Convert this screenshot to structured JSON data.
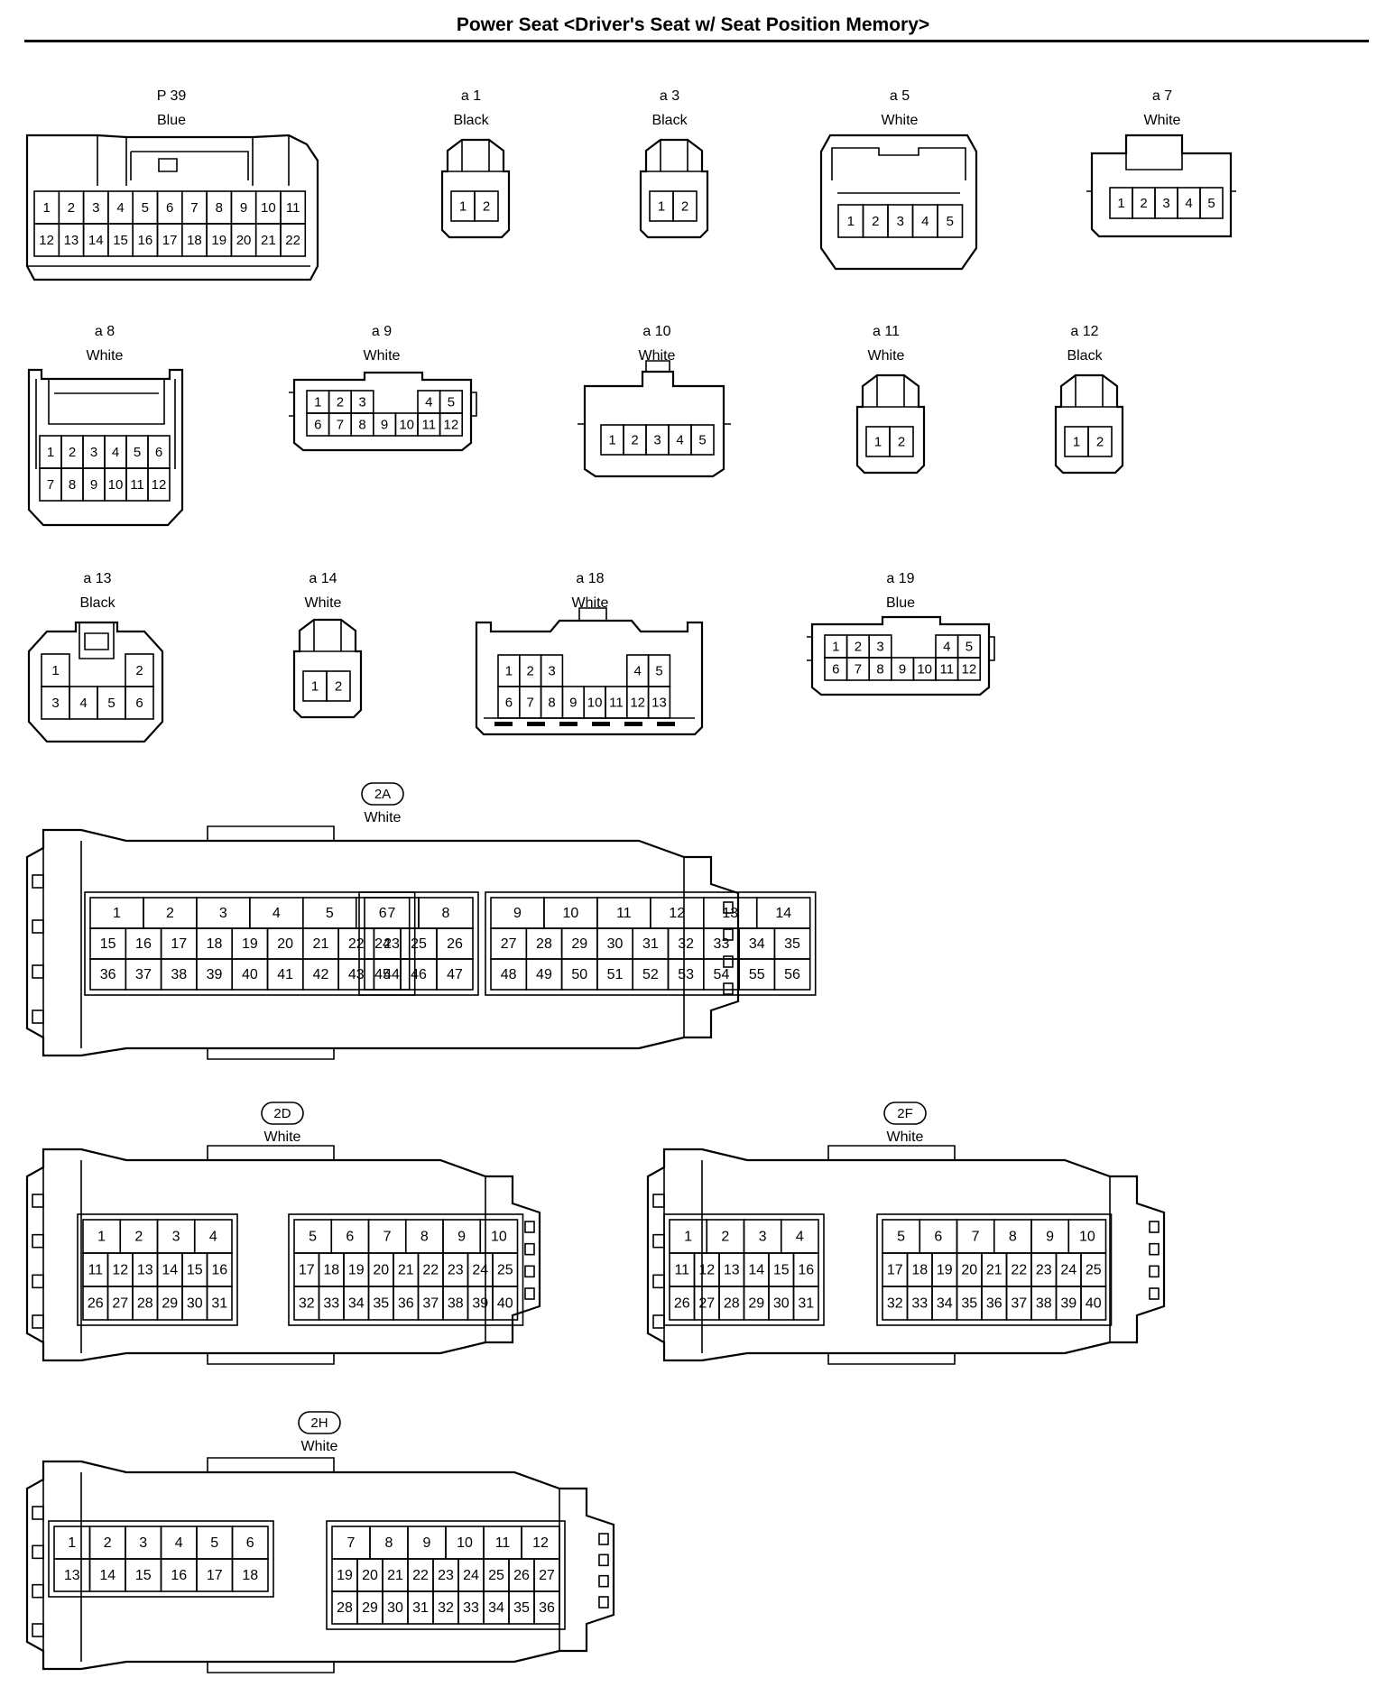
{
  "title": "Power Seat <Driver's Seat w/ Seat Position Memory>",
  "connectors": [
    {
      "id": "P39",
      "code": "P 39",
      "color": "Blue",
      "boxed": false,
      "type": "rect",
      "rows": [
        [
          1,
          2,
          3,
          4,
          5,
          6,
          7,
          8,
          9,
          10,
          11
        ],
        [
          12,
          13,
          14,
          15,
          16,
          17,
          18,
          19,
          20,
          21,
          22
        ]
      ]
    },
    {
      "id": "a1",
      "code": "a 1",
      "color": "Black",
      "boxed": false,
      "type": "small",
      "rows": [
        [
          1,
          2
        ]
      ]
    },
    {
      "id": "a3",
      "code": "a 3",
      "color": "Black",
      "boxed": false,
      "type": "small",
      "rows": [
        [
          1,
          2
        ]
      ]
    },
    {
      "id": "a5",
      "code": "a 5",
      "color": "White",
      "boxed": false,
      "type": "rect",
      "rows": [
        [
          1,
          2,
          3,
          4,
          5
        ]
      ]
    },
    {
      "id": "a7",
      "code": "a 7",
      "color": "White",
      "boxed": false,
      "type": "rect",
      "rows": [
        [
          1,
          2,
          3,
          4,
          5
        ]
      ]
    },
    {
      "id": "a8",
      "code": "a 8",
      "color": "White",
      "boxed": false,
      "type": "rect",
      "rows": [
        [
          1,
          2,
          3,
          4,
          5,
          6
        ],
        [
          7,
          8,
          9,
          10,
          11,
          12
        ]
      ]
    },
    {
      "id": "a9",
      "code": "a 9",
      "color": "White",
      "boxed": false,
      "type": "rect",
      "rows": [
        [
          1,
          2,
          3,
          null,
          null,
          4,
          5
        ],
        [
          6,
          7,
          8,
          9,
          10,
          11,
          12
        ]
      ]
    },
    {
      "id": "a10",
      "code": "a 10",
      "color": "White",
      "boxed": false,
      "type": "rect",
      "rows": [
        [
          1,
          2,
          3,
          4,
          5
        ]
      ]
    },
    {
      "id": "a11",
      "code": "a 11",
      "color": "White",
      "boxed": false,
      "type": "small",
      "rows": [
        [
          1,
          2
        ]
      ]
    },
    {
      "id": "a12",
      "code": "a 12",
      "color": "Black",
      "boxed": false,
      "type": "small",
      "rows": [
        [
          1,
          2
        ]
      ]
    },
    {
      "id": "a13",
      "code": "a 13",
      "color": "Black",
      "boxed": false,
      "type": "rect",
      "rows": [
        [
          1,
          null,
          null,
          2
        ],
        [
          3,
          4,
          5,
          6
        ]
      ]
    },
    {
      "id": "a14",
      "code": "a 14",
      "color": "White",
      "boxed": false,
      "type": "small",
      "rows": [
        [
          1,
          2
        ]
      ]
    },
    {
      "id": "a18",
      "code": "a 18",
      "color": "White",
      "boxed": false,
      "type": "rect",
      "rows": [
        [
          1,
          2,
          3,
          null,
          null,
          null,
          4,
          5
        ],
        [
          6,
          7,
          8,
          9,
          10,
          11,
          12,
          13
        ]
      ]
    },
    {
      "id": "a19",
      "code": "a 19",
      "color": "Blue",
      "boxed": false,
      "type": "rect",
      "rows": [
        [
          1,
          2,
          3,
          null,
          null,
          4,
          5
        ],
        [
          6,
          7,
          8,
          9,
          10,
          11,
          12
        ]
      ]
    },
    {
      "id": "2A",
      "code": "2A",
      "color": "White",
      "boxed": true,
      "type": "large",
      "groups": [
        {
          "rows": [
            [
              1,
              2,
              3,
              4,
              5,
              6
            ],
            [
              15,
              16,
              17,
              18,
              19,
              20,
              21,
              22,
              23
            ],
            [
              36,
              37,
              38,
              39,
              40,
              41,
              42,
              43,
              44
            ]
          ]
        },
        {
          "rows": [
            [
              7,
              8
            ],
            [
              24,
              25,
              26
            ],
            [
              45,
              46,
              47
            ]
          ]
        },
        {
          "rows": [
            [
              9,
              10,
              11,
              12,
              13,
              14
            ],
            [
              27,
              28,
              29,
              30,
              31,
              32,
              33,
              34,
              35
            ],
            [
              48,
              49,
              50,
              51,
              52,
              53,
              54,
              55,
              56
            ]
          ]
        }
      ]
    },
    {
      "id": "2D",
      "code": "2D",
      "color": "White",
      "boxed": true,
      "type": "large",
      "groups": [
        {
          "rows": [
            [
              1,
              2,
              3,
              4
            ],
            [
              11,
              12,
              13,
              14,
              15,
              16
            ],
            [
              26,
              27,
              28,
              29,
              30,
              31
            ]
          ]
        },
        {
          "rows": [
            [
              5,
              6,
              7,
              8,
              9,
              10
            ],
            [
              17,
              18,
              19,
              20,
              21,
              22,
              23,
              24,
              25
            ],
            [
              32,
              33,
              34,
              35,
              36,
              37,
              38,
              39,
              40
            ]
          ]
        }
      ]
    },
    {
      "id": "2F",
      "code": "2F",
      "color": "White",
      "boxed": true,
      "type": "large",
      "groups": [
        {
          "rows": [
            [
              1,
              2,
              3,
              4
            ],
            [
              11,
              12,
              13,
              14,
              15,
              16
            ],
            [
              26,
              27,
              28,
              29,
              30,
              31
            ]
          ]
        },
        {
          "rows": [
            [
              5,
              6,
              7,
              8,
              9,
              10
            ],
            [
              17,
              18,
              19,
              20,
              21,
              22,
              23,
              24,
              25
            ],
            [
              32,
              33,
              34,
              35,
              36,
              37,
              38,
              39,
              40
            ]
          ]
        }
      ]
    },
    {
      "id": "2H",
      "code": "2H",
      "color": "White",
      "boxed": true,
      "type": "large",
      "groups": [
        {
          "rows": [
            [
              1,
              2,
              3,
              4,
              5,
              6
            ],
            [
              13,
              14,
              15,
              16,
              17,
              18
            ]
          ]
        },
        {
          "rows": [
            [
              7,
              8,
              9,
              10,
              11,
              12
            ],
            [
              19,
              20,
              21,
              22,
              23,
              24,
              25,
              26,
              27
            ],
            [
              28,
              29,
              30,
              31,
              32,
              33,
              34,
              35,
              36
            ]
          ]
        }
      ]
    }
  ]
}
